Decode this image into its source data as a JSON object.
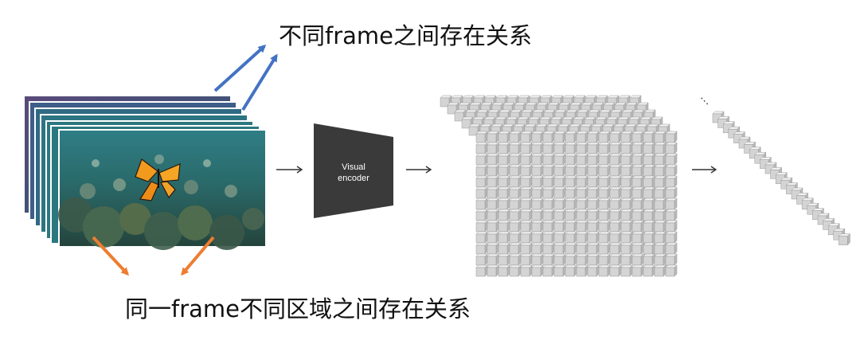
{
  "captions": {
    "inter_frame": "不同frame之间存在关系",
    "intra_frame": "同一frame不同区域之间存在关系"
  },
  "encoder": {
    "line1": "Visual",
    "line2": "encoder"
  },
  "colors": {
    "blue_arrow": "#4472C4",
    "orange_arrow": "#ED7D31",
    "encoder_fill": "#3a3a3a",
    "cube_face": "#d4d4d4"
  },
  "sequence_ellipsis": "⋮"
}
